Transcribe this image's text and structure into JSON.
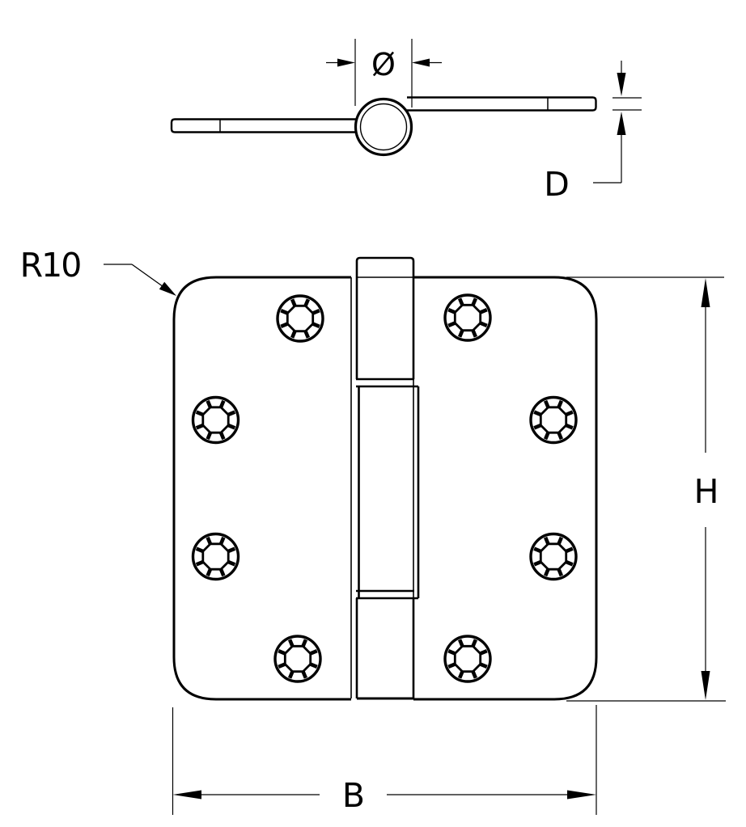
{
  "diagram": {
    "labels": {
      "corner_radius": "R10",
      "pin_diameter": "Ø",
      "leaf_thickness": "D",
      "height": "H",
      "width": "B"
    },
    "colors": {
      "line": "#000000",
      "background": "#ffffff"
    }
  }
}
